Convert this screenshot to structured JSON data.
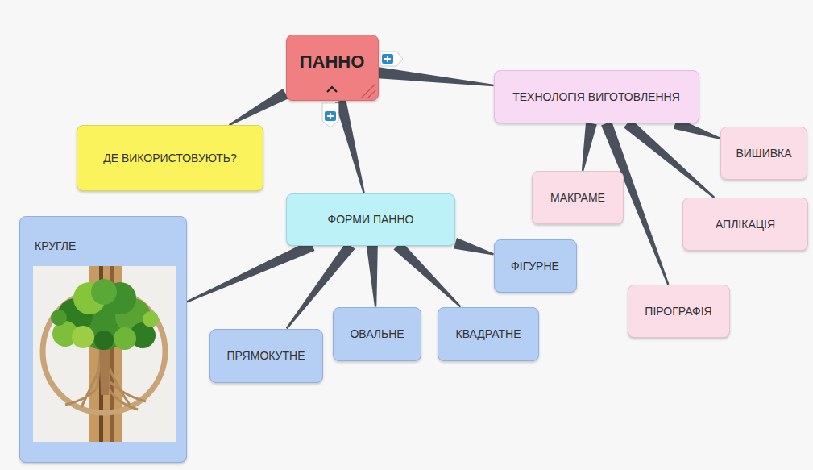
{
  "diagram": {
    "nodes": [
      {
        "text": [
          "ПАННО"
        ]
      },
      {
        "text": [
          "ТЕХНОЛОГІЯ ВИГОТОВЛЕННЯ"
        ]
      },
      {
        "text": [
          "ВИШИВКА"
        ]
      },
      {
        "text": [
          "ДЕ ВИКОРИСТОВУЮТЬ?"
        ]
      },
      {
        "text": [
          "МАКРАМЕ"
        ]
      },
      {
        "text": [
          "ФОРМИ ПАННО"
        ]
      },
      {
        "text": [
          "АПЛІКАЦІЯ"
        ]
      },
      {
        "text": [
          "КРУГЛЕ"
        ]
      },
      {
        "text": [
          "ФІГУРНЕ"
        ]
      },
      {
        "text": [
          "ПІРОГРАФІЯ"
        ]
      },
      {
        "text": [
          "ОВАЛЬНЕ"
        ]
      },
      {
        "text": [
          "КВАДРАТНЕ"
        ]
      },
      {
        "text": [
          "ПРЯМОКУТНЕ"
        ]
      }
    ],
    "edges": [
      {
        "from": 0,
        "to": 1,
        "arrow": "none"
      },
      {
        "from": 0,
        "to": 3,
        "arrow": "none"
      },
      {
        "from": 0,
        "to": 5,
        "arrow": "none"
      },
      {
        "from": 1,
        "to": 2,
        "arrow": "none"
      },
      {
        "from": 1,
        "to": 4,
        "arrow": "none"
      },
      {
        "from": 1,
        "to": 6,
        "arrow": "none"
      },
      {
        "from": 1,
        "to": 9,
        "arrow": "none"
      },
      {
        "from": 5,
        "to": 7,
        "arrow": "none"
      },
      {
        "from": 5,
        "to": 12,
        "arrow": "none"
      },
      {
        "from": 5,
        "to": 10,
        "arrow": "none"
      },
      {
        "from": 5,
        "to": 11,
        "arrow": "none"
      },
      {
        "from": 5,
        "to": 8,
        "arrow": "none"
      }
    ]
  }
}
